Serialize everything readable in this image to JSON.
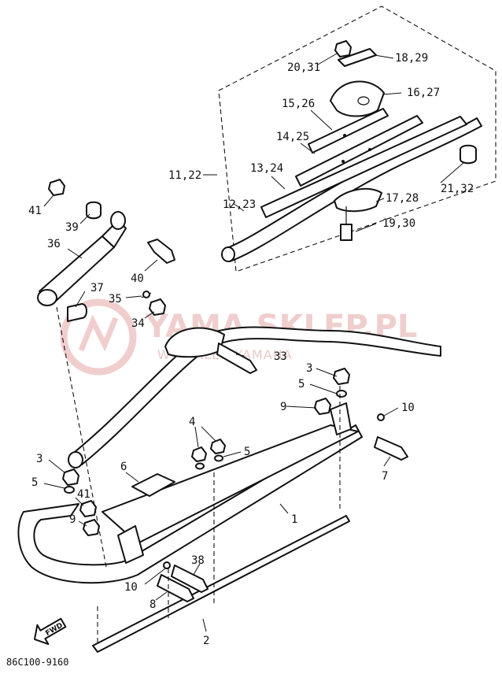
{
  "diagram": {
    "watermark": {
      "brand": "YAMA SKLEP.PL",
      "tagline": "W DEALER YAMAHA"
    },
    "fwd_arrow_label": "FWD",
    "catalog_code": "86C100-9160",
    "callouts": [
      {
        "id": "c1",
        "text": "1"
      },
      {
        "id": "c2",
        "text": "2"
      },
      {
        "id": "c3a",
        "text": "3"
      },
      {
        "id": "c3b",
        "text": "3"
      },
      {
        "id": "c4",
        "text": "4"
      },
      {
        "id": "c5a",
        "text": "5"
      },
      {
        "id": "c5b",
        "text": "5"
      },
      {
        "id": "c5c",
        "text": "5"
      },
      {
        "id": "c6",
        "text": "6"
      },
      {
        "id": "c7",
        "text": "7"
      },
      {
        "id": "c8",
        "text": "8"
      },
      {
        "id": "c9a",
        "text": "9"
      },
      {
        "id": "c9b",
        "text": "9"
      },
      {
        "id": "c10a",
        "text": "10"
      },
      {
        "id": "c10b",
        "text": "10"
      },
      {
        "id": "c11",
        "text": "11,22"
      },
      {
        "id": "c12",
        "text": "12,23"
      },
      {
        "id": "c13",
        "text": "13,24"
      },
      {
        "id": "c14",
        "text": "14,25"
      },
      {
        "id": "c15",
        "text": "15,26"
      },
      {
        "id": "c16",
        "text": "16,27"
      },
      {
        "id": "c17",
        "text": "17,28"
      },
      {
        "id": "c18",
        "text": "18,29"
      },
      {
        "id": "c19",
        "text": "19,30"
      },
      {
        "id": "c20",
        "text": "20,31"
      },
      {
        "id": "c21",
        "text": "21,32"
      },
      {
        "id": "c33",
        "text": "33"
      },
      {
        "id": "c34",
        "text": "34"
      },
      {
        "id": "c35",
        "text": "35"
      },
      {
        "id": "c36",
        "text": "36"
      },
      {
        "id": "c37",
        "text": "37"
      },
      {
        "id": "c38",
        "text": "38"
      },
      {
        "id": "c39",
        "text": "39"
      },
      {
        "id": "c40",
        "text": "40"
      },
      {
        "id": "c41a",
        "text": "41"
      },
      {
        "id": "c41b",
        "text": "41"
      }
    ]
  }
}
